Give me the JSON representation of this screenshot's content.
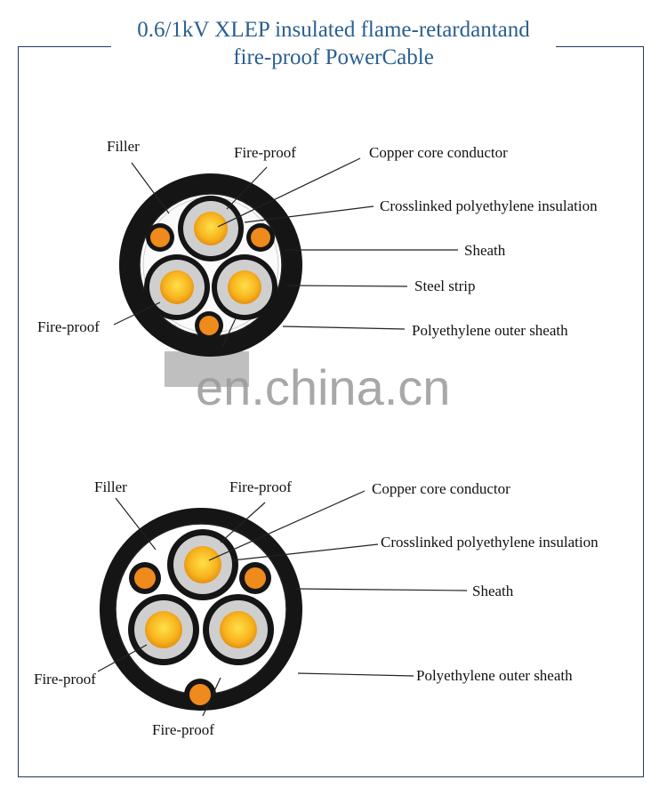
{
  "title": {
    "line1": "0.6/1kV XLEP insulated flame-retardantand",
    "line2": "fire-proof PowerCable"
  },
  "watermark": "en.china.cn",
  "diagram_top": {
    "labels": {
      "filler": "Filler",
      "fireproof_top": "Fire-proof",
      "copper": "Copper core conductor",
      "insulation": "Crosslinked polyethylene insulation",
      "sheath": "Sheath",
      "steel": "Steel strip",
      "fireproof_left": "Fire-proof",
      "outer": "Polyethylene outer sheath"
    }
  },
  "diagram_bottom": {
    "labels": {
      "filler": "Filler",
      "fireproof_top": "Fire-proof",
      "copper": "Copper core conductor",
      "insulation": "Crosslinked polyethylene insulation",
      "sheath": "Sheath",
      "fireproof_left": "Fire-proof",
      "outer": "Polyethylene outer sheath",
      "fireproof_bottom": "Fire-proof"
    }
  },
  "colors": {
    "title": "#2a5f8f",
    "copper": "#f5b51e",
    "filler_core": "#ef8a1c",
    "insulation": "#c9c9c9"
  }
}
